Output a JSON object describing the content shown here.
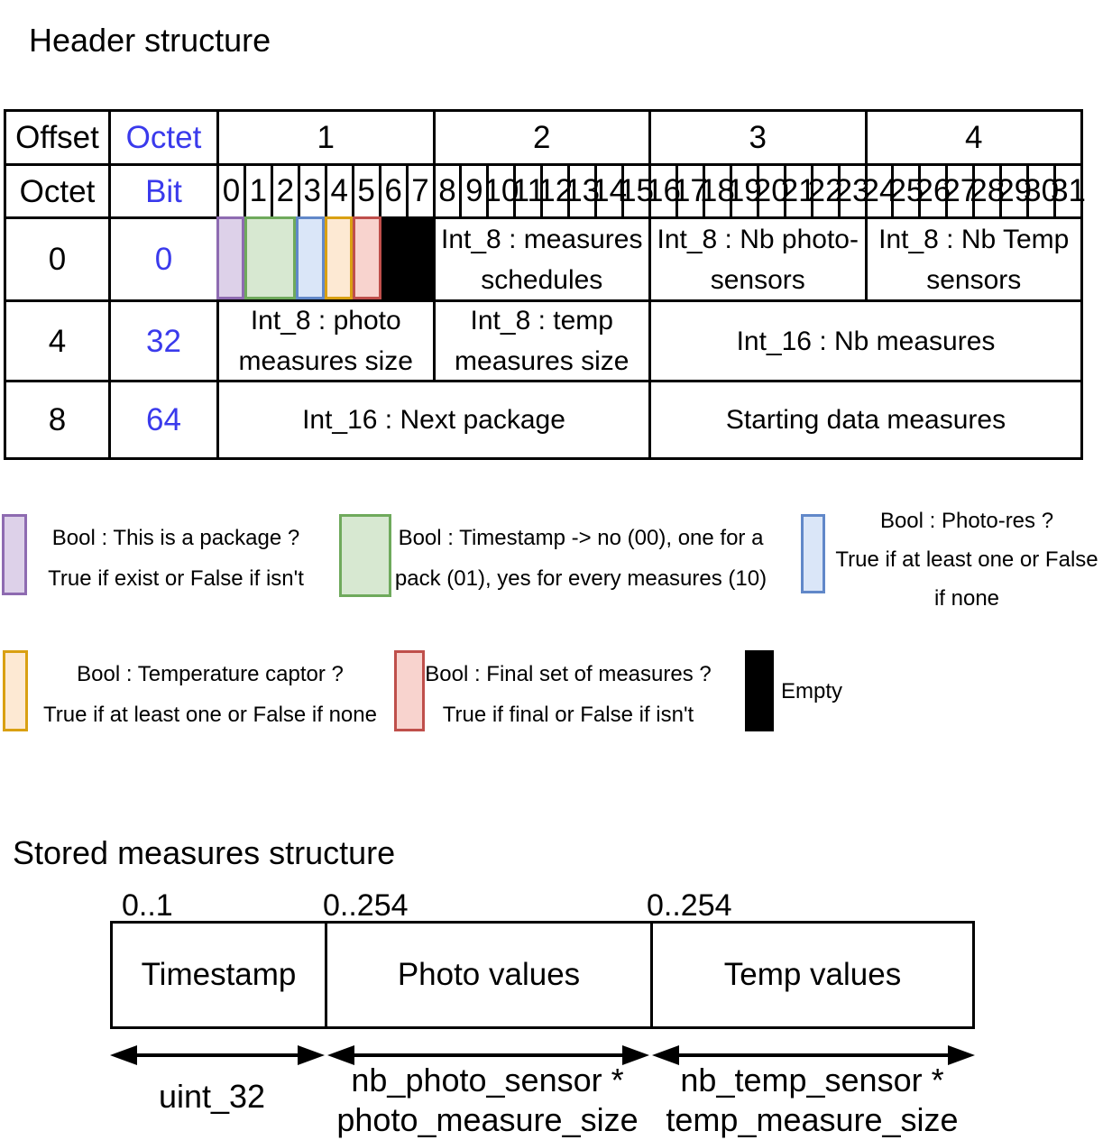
{
  "header": {
    "title": "Header structure",
    "corner": {
      "offset": "Offset",
      "octet_top": "Octet",
      "octet_left": "Octet",
      "bit": "Bit"
    },
    "octets": [
      "1",
      "2",
      "3",
      "4"
    ],
    "bits": [
      "0",
      "1",
      "2",
      "3",
      "4",
      "5",
      "6",
      "7",
      "8",
      "9",
      "10",
      "11",
      "12",
      "13",
      "14",
      "15",
      "16",
      "17",
      "18",
      "19",
      "20",
      "21",
      "22",
      "23",
      "24",
      "25",
      "26",
      "27",
      "28",
      "29",
      "30",
      "31"
    ],
    "data_rows": [
      {
        "offset": "0",
        "bit": "0"
      },
      {
        "offset": "4",
        "bit": "32"
      },
      {
        "offset": "8",
        "bit": "64"
      }
    ],
    "flags": [
      {
        "name": "package-flag",
        "bits": 1,
        "fill": "#ddd1e9",
        "border": "#8e6bb1"
      },
      {
        "name": "timestamp-flag",
        "bits": 2,
        "fill": "#d7e8d1",
        "border": "#6faa5c"
      },
      {
        "name": "photo-res-flag",
        "bits": 1,
        "fill": "#dae6f8",
        "border": "#6188c9"
      },
      {
        "name": "temperature-flag",
        "bits": 1,
        "fill": "#fde9d3",
        "border": "#d9a012"
      },
      {
        "name": "final-set-flag",
        "bits": 1,
        "fill": "#f8d3ce",
        "border": "#bf4f4b"
      },
      {
        "name": "empty-flag",
        "bits": 2,
        "fill": "#000000",
        "border": "#000000"
      }
    ],
    "cells": {
      "measures_schedules": [
        "Int_8 : measures",
        "schedules"
      ],
      "nb_photo": [
        "Int_8 : Nb photo-",
        "sensors"
      ],
      "nb_temp": [
        "Int_8 : Nb Temp",
        "sensors"
      ],
      "photo_size": [
        "Int_8 : photo",
        "measures size"
      ],
      "temp_size": [
        "Int_8 : temp",
        "measures size"
      ],
      "nb_measures": "Int_16 : Nb measures",
      "next_package": "Int_16 : Next package",
      "starting": "Starting data measures"
    }
  },
  "legend": {
    "items": [
      {
        "name": "package",
        "fill": "#ddd1e9",
        "border": "#8e6bb1",
        "lines": [
          "Bool : This is a package ?",
          "True if exist or False if isn't"
        ]
      },
      {
        "name": "timestamp",
        "fill": "#d7e8d1",
        "border": "#6faa5c",
        "lines": [
          "Bool : Timestamp -> no (00), one for a",
          "pack (01), yes for every measures (10)"
        ]
      },
      {
        "name": "photo-res",
        "fill": "#dae6f8",
        "border": "#6188c9",
        "lines": [
          "Bool : Photo-res ?",
          "True if at least one or False",
          "if none"
        ]
      },
      {
        "name": "temperature",
        "fill": "#fde9d3",
        "border": "#d9a012",
        "lines": [
          "Bool : Temperature captor ?",
          "True if at least one or False if none"
        ]
      },
      {
        "name": "final-set",
        "fill": "#f8d3ce",
        "border": "#bf4f4b",
        "lines": [
          "Bool : Final set of measures ?",
          "True if final or False if isn't"
        ]
      },
      {
        "name": "empty",
        "fill": "#000000",
        "border": "#000000",
        "lines": [
          "Empty"
        ]
      }
    ]
  },
  "stored": {
    "title": "Stored measures structure",
    "ranges": [
      "0..1",
      "0..254",
      "0..254"
    ],
    "cells": [
      "Timestamp",
      "Photo values",
      "Temp values"
    ],
    "arrow_labels": [
      [
        "uint_32"
      ],
      [
        "nb_photo_sensor *",
        "photo_measure_size"
      ],
      [
        "nb_temp_sensor *",
        "temp_measure_size"
      ]
    ]
  }
}
